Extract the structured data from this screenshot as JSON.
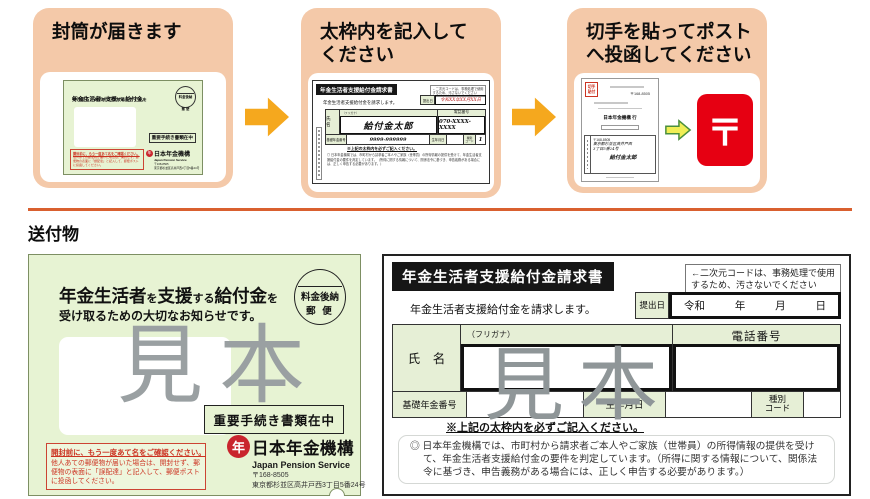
{
  "colors": {
    "card_bg": "#f4c9a9",
    "arrow_orange": "#f5a81e",
    "divider_orange": "#d9602f",
    "envelope_green": "#e7f3d3",
    "form_cell_green": "#e6efd6",
    "post_red": "#e60012",
    "warning_red": "#cc3322",
    "header_black": "#161616",
    "watermark_gray": "#9aa0a2"
  },
  "steps": [
    {
      "line1": "封筒が届きます",
      "line2": ""
    },
    {
      "line1": "太枠内を記入して",
      "line2": "ください"
    },
    {
      "line1": "切手を貼ってポスト",
      "line2": "へ投函してください"
    }
  ],
  "sendables_title": "送付物",
  "envelope": {
    "title_segments": [
      "年金生活者",
      "を",
      "支援",
      "する",
      "給付金",
      "を"
    ],
    "subtitle": "受け取るための大切なお知らせです。",
    "postage_circle": {
      "line1": "料金後納",
      "line2": "郵 便"
    },
    "watermark": "見本",
    "important_box": "重要手続き書類在中",
    "warning": {
      "line1": "開封前に、もう一度あて名をご確認ください。",
      "body": "他人あての郵便物が届いた場合は、開封せず、郵便物の表面に「誤配達」と記入して、郵便ポストに投函してください。"
    },
    "org": {
      "seal_char": "年",
      "name": "日本年金機構",
      "name_en": "Japan Pension Service",
      "postal": "〒168-8505",
      "address": "東京都杉並区高井戸西3丁目5番24号"
    }
  },
  "form": {
    "title": "年金生活者支援給付金請求書",
    "qr_note_line1": "←二次元コードは、事務処理で使用",
    "qr_note_line2": "するため、汚さないでください",
    "declare": "年金生活者支援給付金を請求します。",
    "submit_label": "提出日",
    "submit_era": "令和",
    "submit_year": "年",
    "submit_month": "月",
    "submit_day": "日",
    "furigana": "（フリガナ）",
    "phone_header": "電話番号",
    "name_label": "氏　名",
    "pension_no_label": "基礎年金番号",
    "birth_label": "生年月日",
    "type_code_line1": "種別",
    "type_code_line2": "コード",
    "fill_note": "※上記の太枠内を必ずご記入ください。",
    "watermark": "見本",
    "info_note": "◎ 日本年金機構では、市町村から請求者ご本人やご家族（世帯員）の所得情報の提供を受けて、年金生活者支援給付金の要件を判定しています。（所得に関する情報について、関係法令に基づき、申告義務がある場合には、正しく申告する必要があります。）"
  },
  "sample": {
    "date": "令和XX年XX月XX日",
    "name": "給付金太郎",
    "phone": "070-XXXX-XXXX",
    "pension_no": "9999-999999",
    "type_code": "1"
  },
  "return_envelope": {
    "stamp_line1": "切手",
    "stamp_line2": "貼付",
    "postal": "〒168-8505",
    "recipient": "日本年金機構 行",
    "sender_postal": "〒168-8505",
    "sender_addr1": "東京都杉並区高井戸西",
    "sender_addr2": "3丁目5番24号",
    "sender_name": "給付金太郎"
  },
  "post_icon_symbol": "〒"
}
